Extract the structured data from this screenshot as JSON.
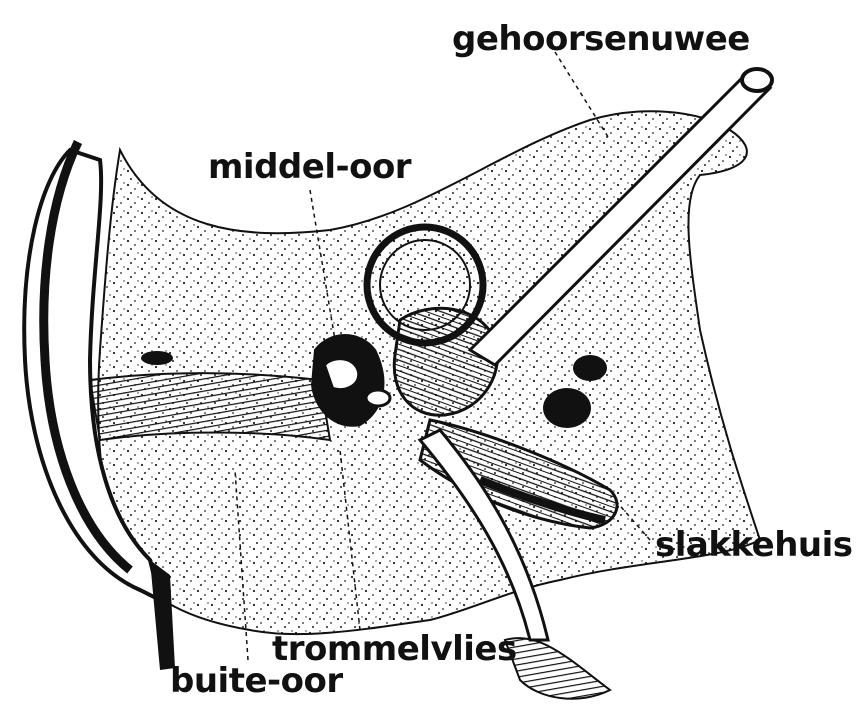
{
  "labels": {
    "gehoorsenuwee": "gehoorsenuwee",
    "middel_oor": "middel-oor",
    "slakkehuis": "slakkehuis",
    "trommelvlies": "trommelvlies",
    "buite_oor": "buite-oor"
  },
  "colors": {
    "ink": "#111111",
    "paper": "#ffffff",
    "stipple": "#222222"
  }
}
